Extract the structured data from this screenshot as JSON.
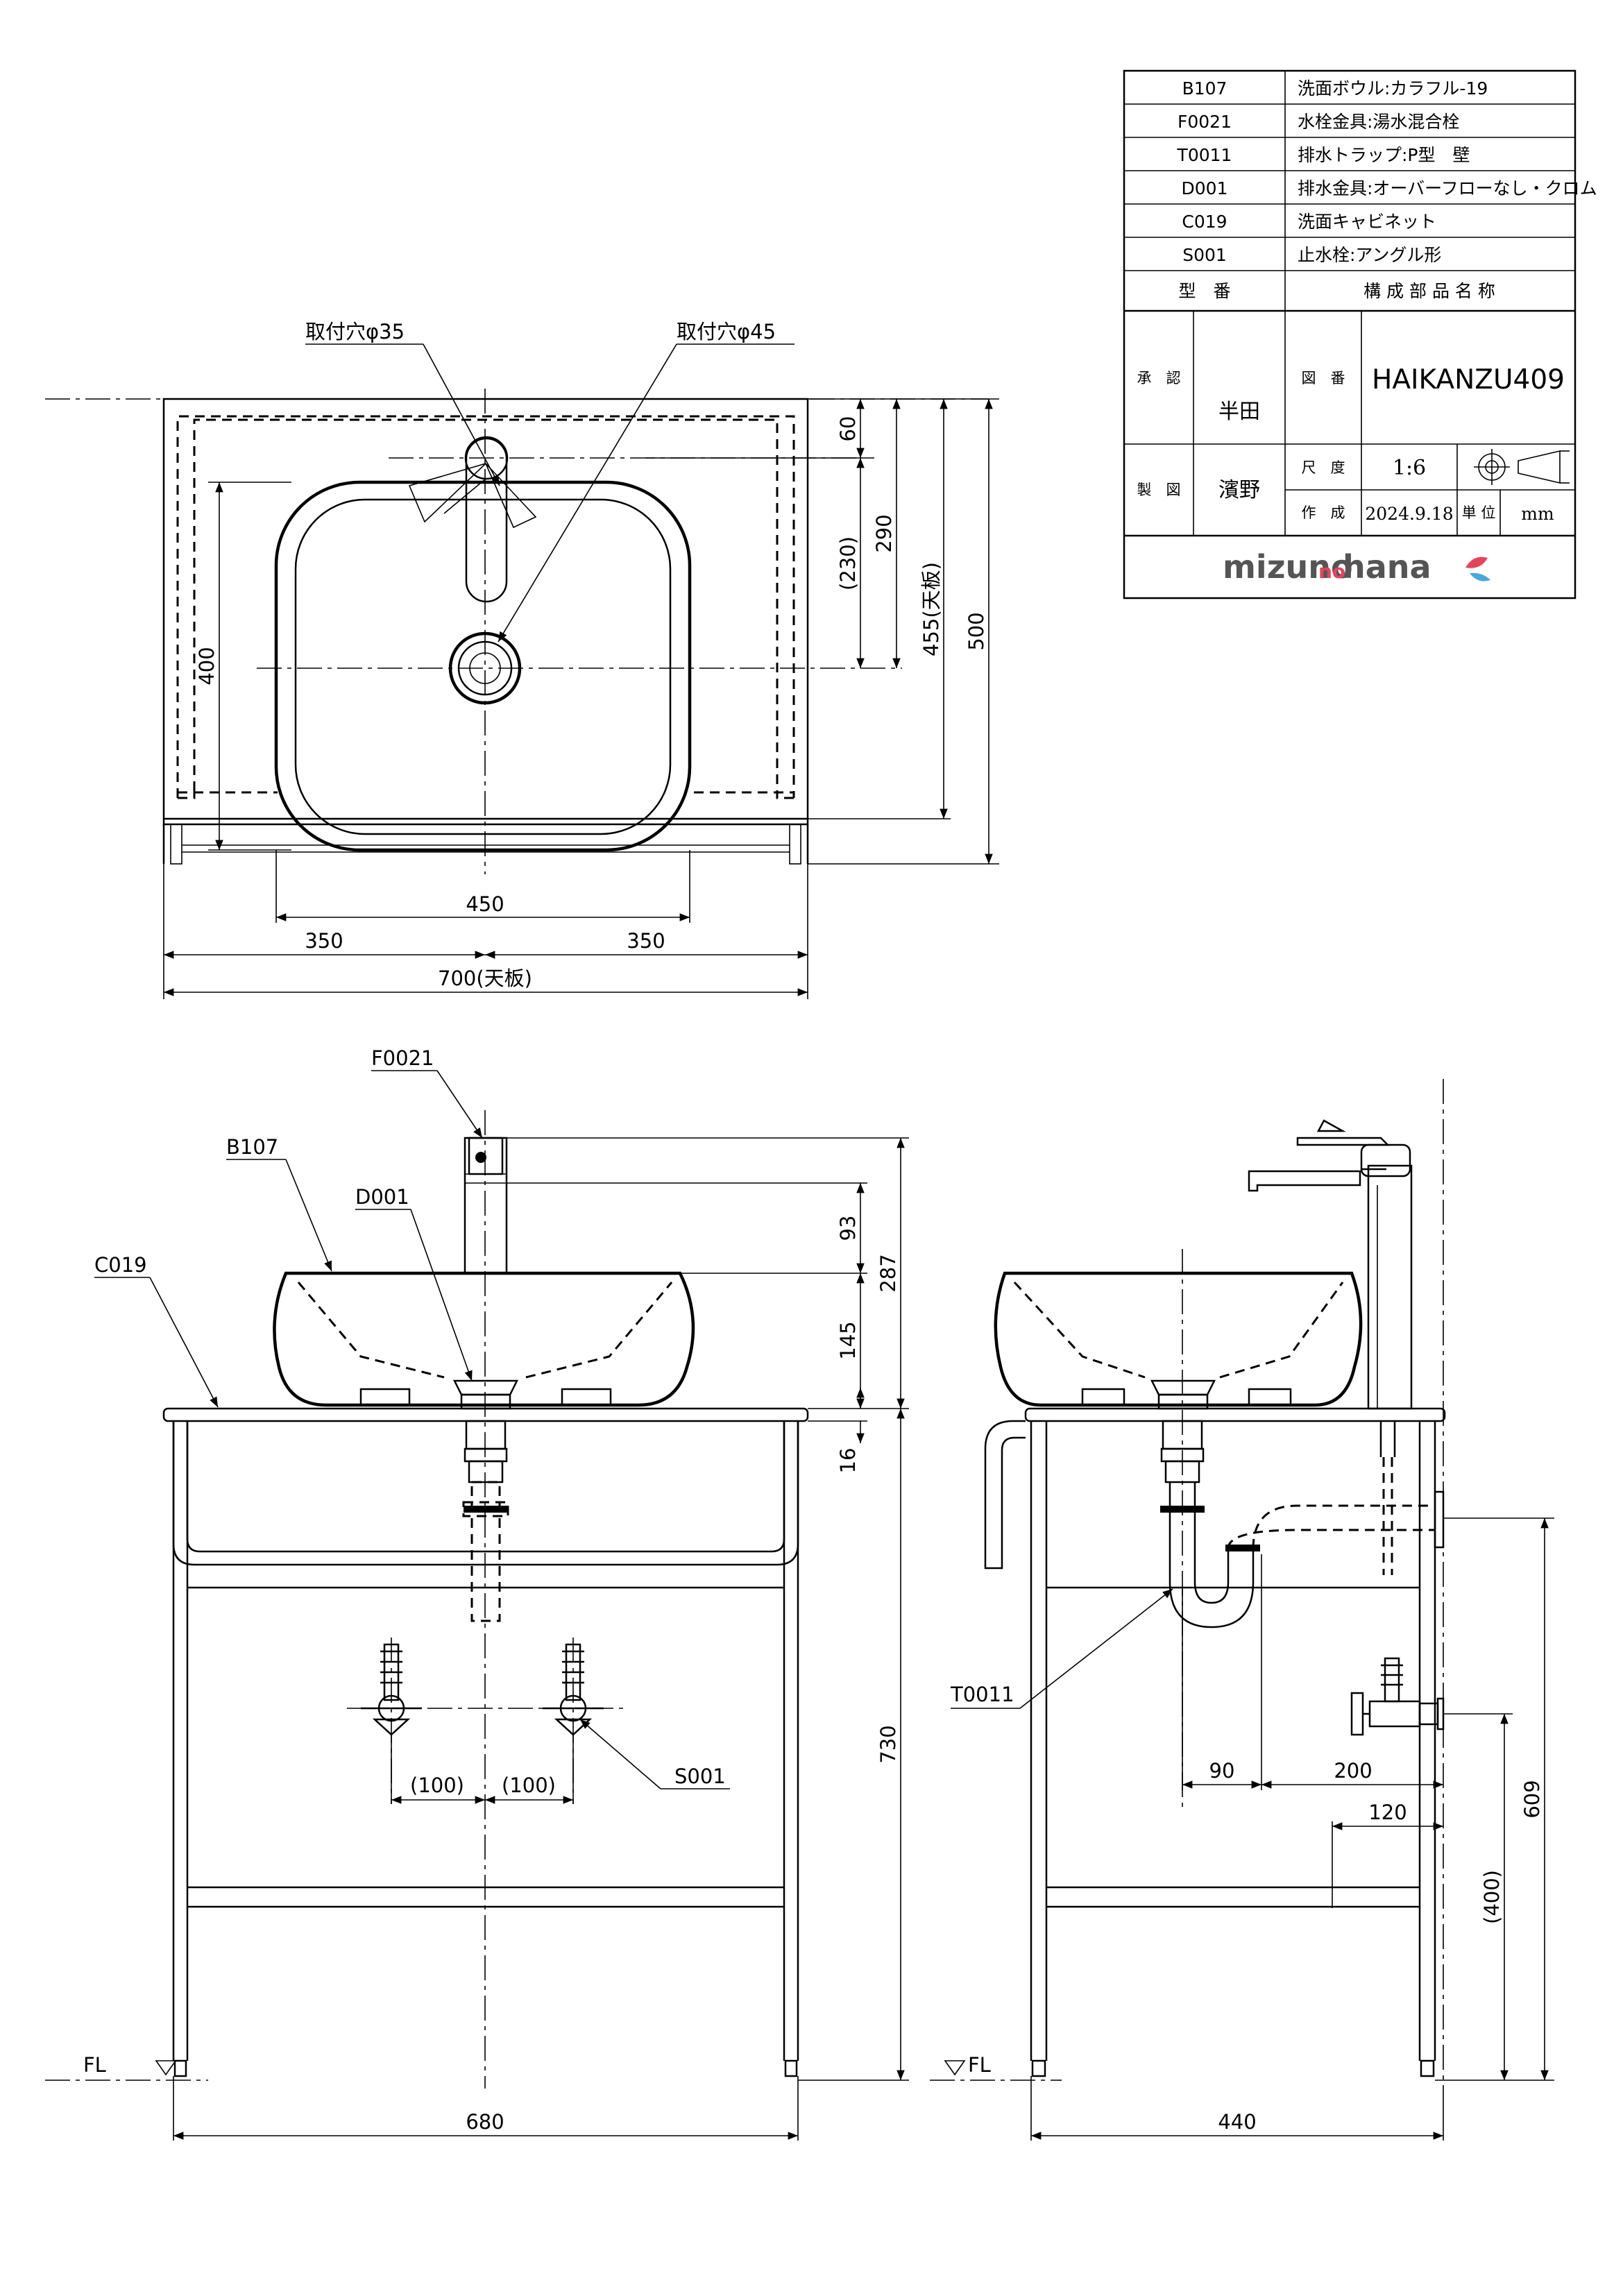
{
  "title_block": {
    "parts": [
      {
        "code": "B107",
        "name": "洗面ボウル:カラフル-19"
      },
      {
        "code": "F0021",
        "name": "水栓金具:湯水混合栓"
      },
      {
        "code": "T0011",
        "name": "排水トラップ:P型　壁"
      },
      {
        "code": "D001",
        "name": "排水金具:オーバーフローなし・クロム"
      },
      {
        "code": "C019",
        "name": "洗面キャビネット"
      },
      {
        "code": "S001",
        "name": "止水栓:アングル形"
      }
    ],
    "header_code": "型　番",
    "header_name": "構 成 部 品 名 称",
    "approve_label": "承　認",
    "approve_name": "半田",
    "drawn_label": "製　図",
    "drawn_name": "濱野",
    "drawing_no_label": "図　番",
    "drawing_no": "HAIKANZU409",
    "scale_label": "尺　度",
    "scale": "1:6",
    "date_label": "作　成",
    "date": "2024.9.18",
    "unit_label": "単 位",
    "unit": "mm",
    "logo_main": "mizuno",
    "logo_no": "no",
    "logo_tail": "hana",
    "logo_colors": {
      "red": "#e2455c",
      "blue": "#4aa8d8",
      "gray": "#555555"
    }
  },
  "plan_view": {
    "hole35": "取付穴φ35",
    "hole45": "取付穴φ45",
    "d60": "60",
    "d230": "(230)",
    "d290": "290",
    "d455": "455(天板)",
    "d500": "500",
    "d400": "400",
    "d450": "450",
    "d350a": "350",
    "d350b": "350",
    "d700": "700(天板)"
  },
  "front_view": {
    "f0021": "F0021",
    "b107": "B107",
    "d001": "D001",
    "c019": "C019",
    "s001": "S001",
    "d93": "93",
    "d287": "287",
    "d145": "145",
    "d16": "16",
    "d730": "730",
    "d100a": "(100)",
    "d100b": "(100)",
    "d680": "680",
    "fl": "FL"
  },
  "side_view": {
    "t0011": "T0011",
    "d90": "90",
    "d200": "200",
    "d120": "120",
    "d609": "609",
    "d400": "(400)",
    "d440": "440",
    "fl": "FL"
  }
}
